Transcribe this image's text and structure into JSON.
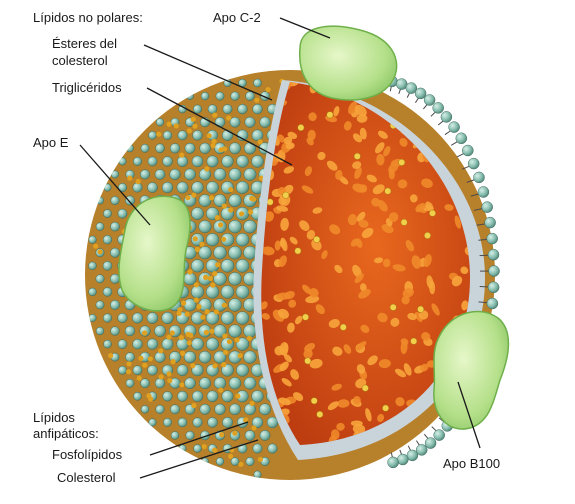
{
  "labels": {
    "nonpolar_lipids": "Lípidos no polares:",
    "cholesterol_esters_1": "Ésteres del",
    "cholesterol_esters_2": "colesterol",
    "triglycerides": "Triglicéridos",
    "apo_e": "Apo E",
    "apo_c2": "Apo C-2",
    "amphipathic_1": "Lípidos",
    "amphipathic_2": "anfipáticos:",
    "phospholipids": "Fosfolípidos",
    "cholesterol": "Colesterol",
    "apo_b100": "Apo B100"
  },
  "colors": {
    "phospholipid_head": "#7fb9a8",
    "phospholipid_head_edge": "#3f6b5e",
    "cholesterol_bead": "#e0a020",
    "core_base": "#d9541a",
    "core_highlight": "#f7a53c",
    "core_droplet": "#f08a2a",
    "monolayer_gap": "#c9d3da",
    "apoprotein": "#a9dc7c",
    "apoprotein_edge": "#6fb04a",
    "leader_line": "#1a1a1a"
  }
}
